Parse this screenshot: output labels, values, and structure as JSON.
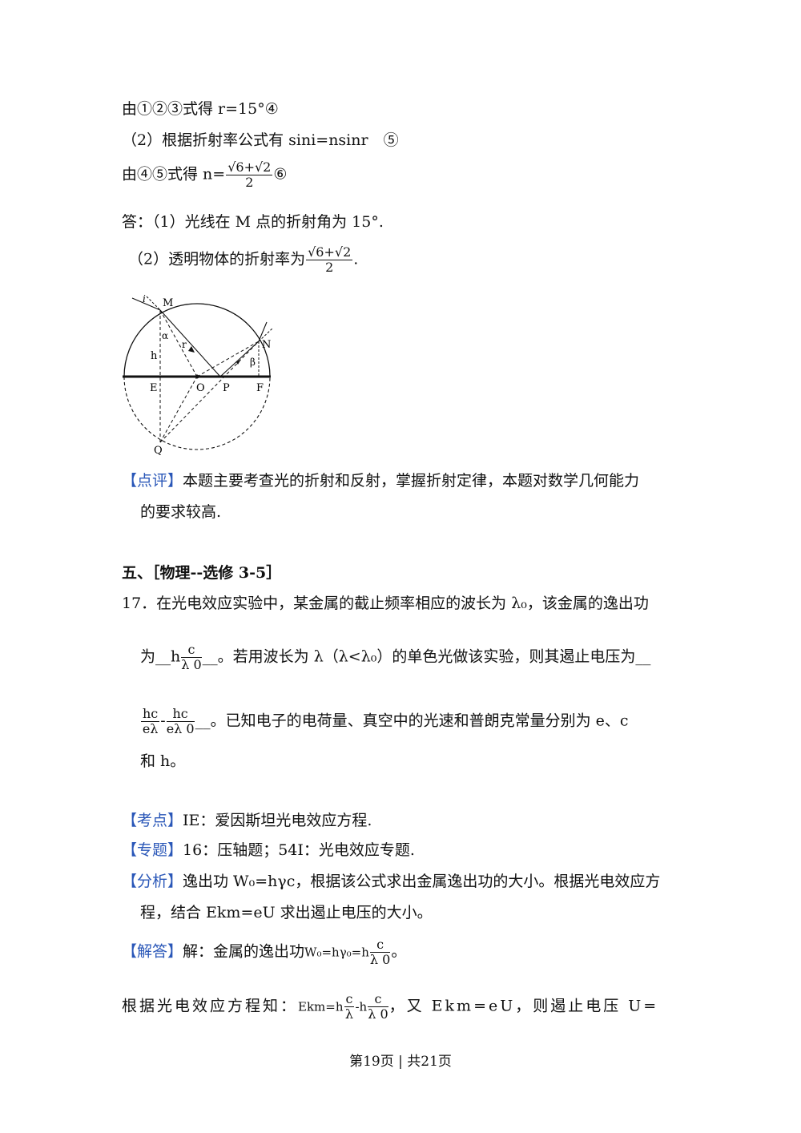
{
  "lines": {
    "l1": "由①②③式得 r=15°④",
    "l2": "（2）根据折射率公式有 sini=nsinr　⑤",
    "l3_pre": "由④⑤式得 n=",
    "l3_num": "√6+√2",
    "l3_den": "2",
    "l3_post": "⑥",
    "l4": "答：（1）光线在 M 点的折射角为 15°.",
    "l5_pre": "（2）透明物体的折射率为",
    "l5_num": "√6+√2",
    "l5_den": "2",
    "l5_post": "."
  },
  "figure": {
    "labels": [
      "i",
      "M",
      "α",
      "r",
      "h",
      "N",
      "β",
      "E",
      "O",
      "P",
      "F",
      "Q"
    ]
  },
  "review": {
    "tag": "【点评】",
    "text1": "本题主要考查光的折射和反射，掌握折射定律，本题对数学几何能力",
    "text2": "的要求较高."
  },
  "section": {
    "title": "五、［物理--选修 3-5］"
  },
  "q17": {
    "line1": "17．在光电效应实验中，某金属的截止频率相应的波长为 λ₀，该金属的逸出功",
    "line2_pre": "为__h",
    "line2_num": "c",
    "line2_den": "λ 0",
    "line2_mid": "__。若用波长为 λ（λ<λ₀）的单色光做该实验，则其遏止电压为__",
    "line3_f1_num": "hc",
    "line3_f1_den": "eλ",
    "line3_minus": "-",
    "line3_f2_num": "hc",
    "line3_f2_den": "eλ 0",
    "line3_post": "__。已知电子的电荷量、真空中的光速和普朗克常量分别为 e、c",
    "line4": "和 h。"
  },
  "analysis": {
    "kaodian_tag": "【考点】",
    "kaodian": "IE：爱因斯坦光电效应方程.",
    "zhuanti_tag": "【专题】",
    "zhuanti": "16：压轴题；54I：光电效应专题.",
    "fenxi_tag": "【分析】",
    "fenxi1": "逸出功 W₀=hγc，根据该公式求出金属逸出功的大小。根据光电效应方",
    "fenxi2": "程，结合 Ekm=eU 求出遏止电压的大小。",
    "jieda_tag": "【解答】",
    "jieda_pre": "解：金属的逸出功",
    "jieda_formula": "W₀=hγ₀=h",
    "jieda_num": "c",
    "jieda_den": "λ 0",
    "jieda_post": "。",
    "last_pre": "根据光电效应方程知：",
    "last_formula1": "Ekm=h",
    "last_f1_num": "c",
    "last_f1_den": "λ",
    "last_minus": "-h",
    "last_f2_num": "c",
    "last_f2_den": "λ 0",
    "last_post": "，又 Ekm=eU，则遏止电压 U="
  },
  "footer": "第19页 | 共21页"
}
